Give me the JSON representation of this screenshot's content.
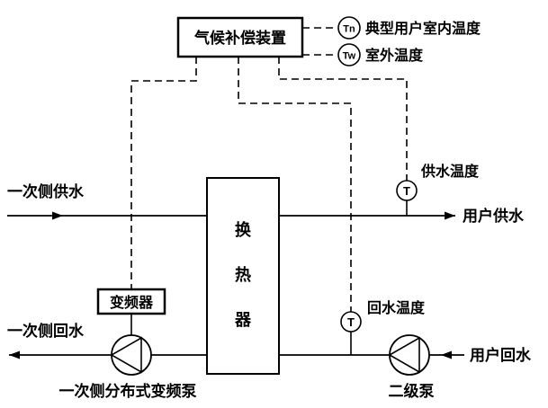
{
  "controller": {
    "label": "气候补偿装置"
  },
  "sensors": {
    "indoor": {
      "symbol": "Tn",
      "label": "典型用户室内温度"
    },
    "outdoor": {
      "symbol": "Tw",
      "label": "室外温度"
    },
    "supply": {
      "symbol": "T",
      "label": "供水温度"
    },
    "return": {
      "symbol": "T",
      "label": "回水温度"
    }
  },
  "exchanger": {
    "label": "换热器",
    "chars": [
      "换",
      "热",
      "器"
    ]
  },
  "inverter": {
    "label": "变频器"
  },
  "pipes": {
    "primary_supply_label": "一次侧供水",
    "user_supply_label": "用户供水",
    "primary_return_label": "一次侧回水",
    "user_return_label": "用户回水"
  },
  "pumps": {
    "primary_label": "一次侧分布式变频泵",
    "secondary_label": "二级泵"
  },
  "colors": {
    "line": "#000000",
    "background": "#ffffff"
  }
}
